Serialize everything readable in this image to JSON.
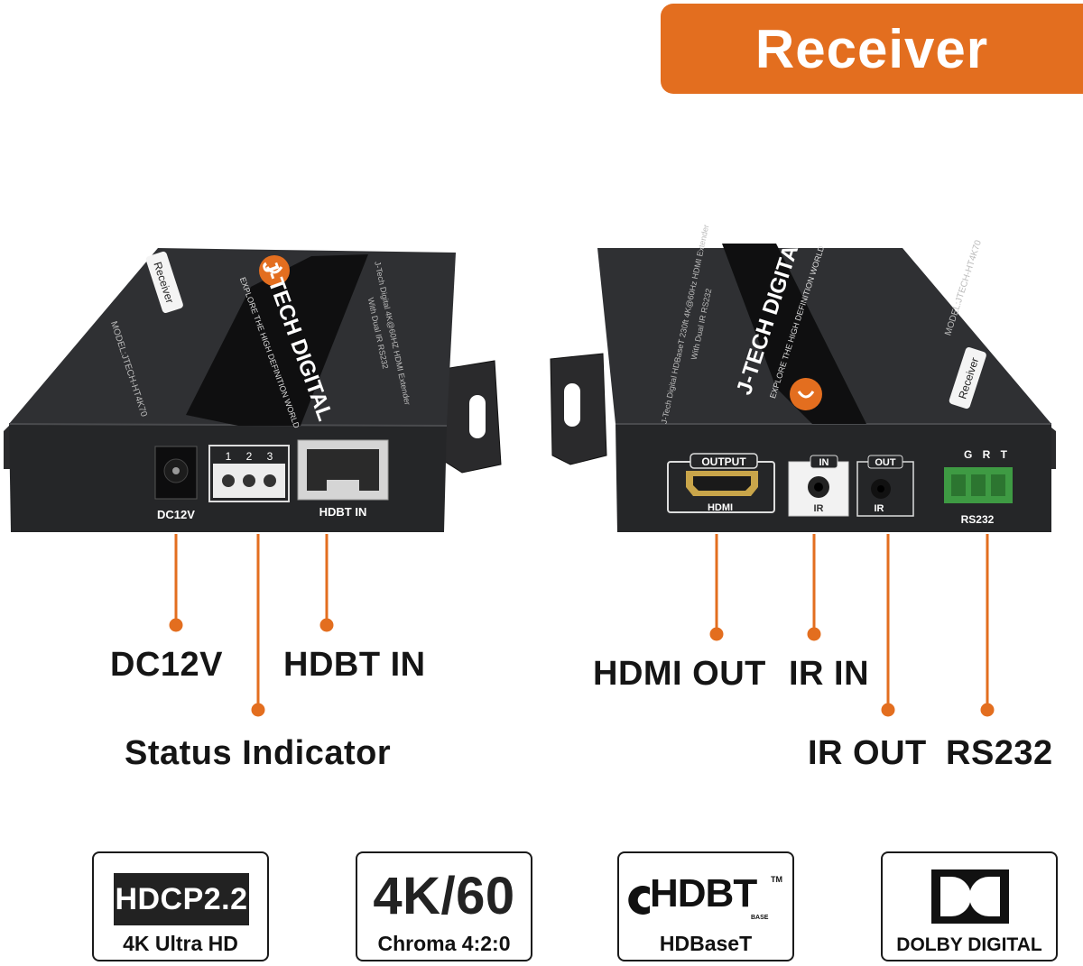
{
  "banner": {
    "title": "Receiver"
  },
  "left_device": {
    "brand": "J-TECH DIGITAL",
    "tagline": "EXPLORE THE HIGH DEFINITION WORLD",
    "sticker": "Receiver",
    "model": "MODEL:JTECH-HT4K70",
    "desc_line1": "J-Tech Digital 4K@60HZ HDMI Extender",
    "desc_line2": "With Dual IR RS232",
    "ports": {
      "dc": "DC12V",
      "led_numbers": [
        "1",
        "2",
        "3"
      ],
      "hdbt": "HDBT IN"
    }
  },
  "right_device": {
    "brand": "J-TECH DIGITAL",
    "tagline": "EXPLORE THE HIGH DEFINITION WORLD",
    "sticker": "Receiver",
    "model": "MODEL:JTECH-HT4K70",
    "desc_line1": "J-Tech Digital HDBaseT 230ft 4K@60Hz HDMI Extender",
    "desc_line2": "With Dual IR RS232",
    "ports": {
      "output_tag": "OUTPUT",
      "hdmi": "HDMI",
      "ir_in_tag": "IN",
      "ir_in": "IR",
      "ir_out_tag": "OUT",
      "ir_out": "IR",
      "rs232_pins": "G R T",
      "rs232": "RS232"
    }
  },
  "labels": {
    "dc12v": "DC12V",
    "hdbt_in": "HDBT IN",
    "status_indicator": "Status Indicator",
    "hdmi_out": "HDMI OUT",
    "ir_in": "IR IN",
    "ir_out": "IR OUT",
    "rs232": "RS232"
  },
  "badges": [
    {
      "top": "HDCP2.2",
      "sub": "4K Ultra HD"
    },
    {
      "top": "4K/60",
      "sub": "Chroma 4:2:0"
    },
    {
      "top": "HDBT",
      "mark": "TM",
      "small": "BASE",
      "sub": "HDBaseT"
    },
    {
      "sub": "DOLBY DIGITAL"
    }
  ],
  "colors": {
    "accent": "#e36e1f",
    "device": "#2b2c2e",
    "device_dark": "#1c1c1e",
    "terminal": "#3e9a43"
  }
}
